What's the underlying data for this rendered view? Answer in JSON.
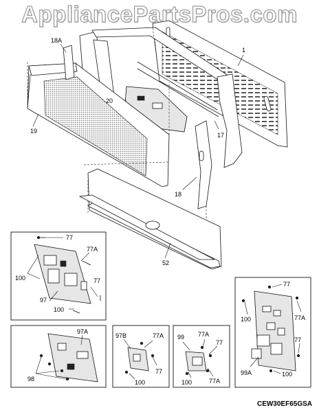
{
  "watermark": "AppliancePartsPros.com",
  "model_code": "CEW30EF65GSA",
  "callouts": {
    "c1": "1",
    "c18A": "18A",
    "c20": "20",
    "c19": "19",
    "c17": "17",
    "c18": "18",
    "c52": "52"
  },
  "detail_boxes": {
    "left_top": {
      "a": "77",
      "b": "77A",
      "c": "100",
      "d": "77",
      "e": "97",
      "f": "100"
    },
    "left_bottom": {
      "a": "97A",
      "b": "98"
    },
    "mid_left": {
      "a": "97B",
      "b": "77A",
      "c": "77",
      "d": "100"
    },
    "mid_right": {
      "a": "99",
      "b": "77A",
      "c": "77",
      "d": "100",
      "e": "77A"
    },
    "right": {
      "a": "77",
      "b": "100",
      "c": "77A",
      "d": "77",
      "e": "99A",
      "f": "100"
    }
  }
}
